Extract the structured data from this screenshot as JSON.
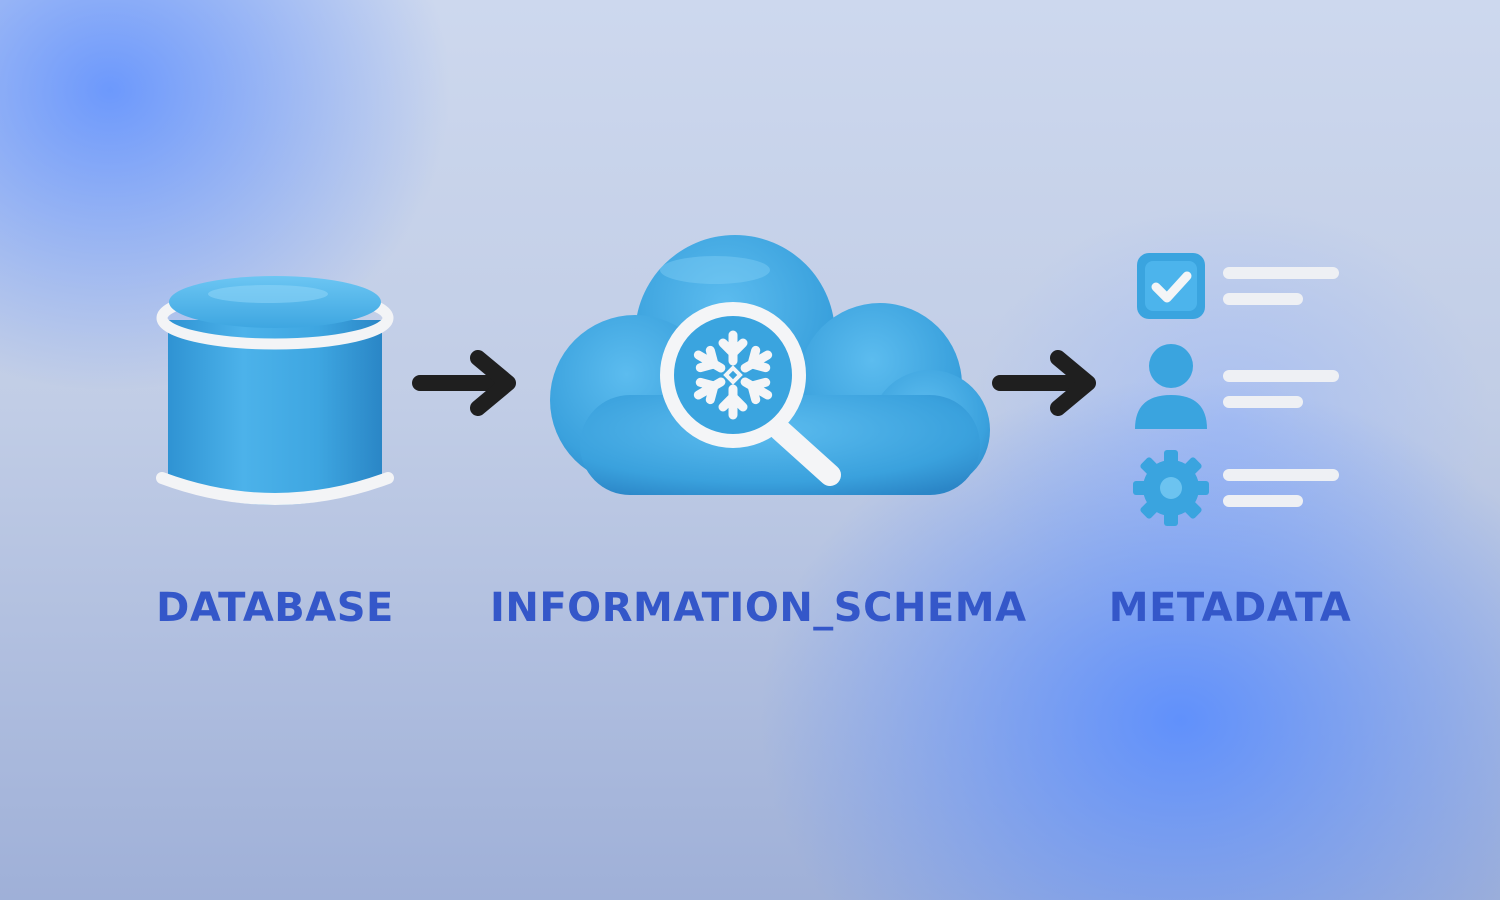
{
  "diagram": {
    "nodes": [
      {
        "id": "database",
        "label": "DATABASE",
        "icon": "database-cylinder-icon"
      },
      {
        "id": "information_schema",
        "label": "INFORMATION_SCHEMA",
        "icon": "cloud-search-snowflake-icon"
      },
      {
        "id": "metadata",
        "label": "METADATA",
        "icon": "metadata-list-icon"
      }
    ],
    "edges": [
      {
        "from": "database",
        "to": "information_schema"
      },
      {
        "from": "information_schema",
        "to": "metadata"
      }
    ],
    "colors": {
      "icon_blue": "#3aa4df",
      "icon_light": "#6cc3f0",
      "label_blue": "#3457c9",
      "arrow": "#1f1f1f",
      "white": "#f4f5f7"
    }
  }
}
